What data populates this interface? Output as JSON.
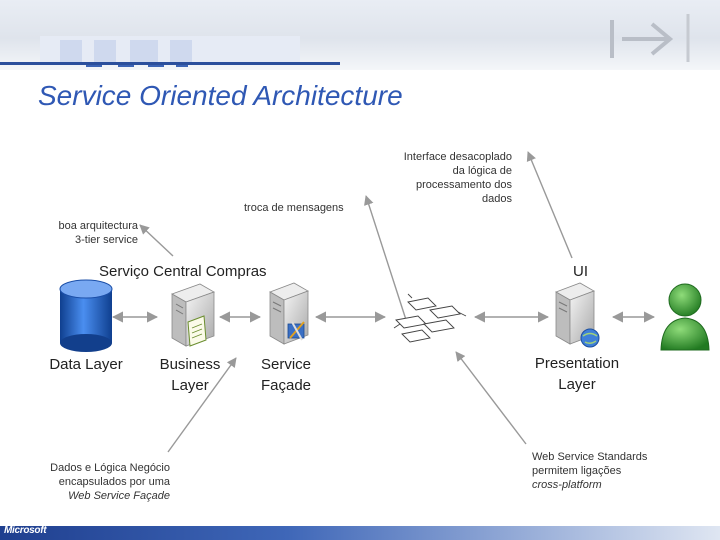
{
  "slide": {
    "title": "Service Oriented Architecture",
    "brand": "Microsoft"
  },
  "annotations": {
    "troca": "troca de mensagens",
    "interface_lines": [
      "Interface desacoplado",
      "da lógica de",
      "processamento dos",
      "dados"
    ],
    "boa_lines": [
      "boa arquitectura",
      "3-tier service"
    ],
    "dados_lines": [
      "Dados e Lógica Negócio",
      "encapsulados por uma",
      "Web Service Façade"
    ],
    "ws_lines": [
      "Web Service Standards",
      "permitem ligações",
      "cross-platform"
    ]
  },
  "sections": {
    "central": "Serviço Central Compras",
    "ui": "UI"
  },
  "nodes": {
    "data_layer": "Data Layer",
    "business_line1": "Business",
    "business_line2": "Layer",
    "service_line1": "Service",
    "service_line2": "Façade",
    "presentation_line1": "Presentation",
    "presentation_line2": "Layer"
  },
  "icons": {
    "database": "database-icon",
    "business": "server-document-icon",
    "service": "server-tools-icon",
    "messages": "message-envelopes-icon",
    "presentation": "server-globe-icon",
    "user": "user-icon"
  },
  "colors": {
    "title": "#2f58b4",
    "database": "#2d6fd1",
    "server": "#c9c9c9",
    "user": "#3da33d",
    "arrow": "#999999",
    "footer": "#1f3f8f"
  }
}
